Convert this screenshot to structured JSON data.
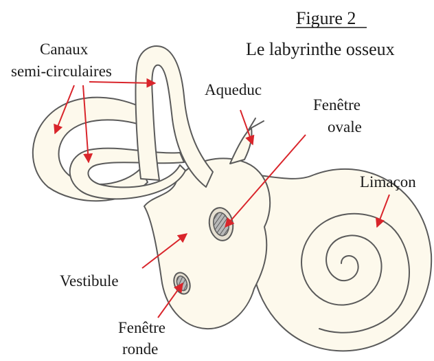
{
  "figure": {
    "number": "Figure 2",
    "title": "Le labyrinthe osseux"
  },
  "labels": {
    "canaux_line1": "Canaux",
    "canaux_line2": "semi-circulaires",
    "aqueduc": "Aqueduc",
    "fenetre_ovale_line1": "Fenêtre",
    "fenetre_ovale_line2": "ovale",
    "limacon": "Limaçon",
    "vestibule": "Vestibule",
    "fenetre_ronde_line1": "Fenêtre",
    "fenetre_ronde_line2": "ronde"
  },
  "colors": {
    "bone_fill": "#fdf9ec",
    "outline": "#5a5a5a",
    "arrow": "#d9252b",
    "window_fill": "#9a9a9a"
  }
}
